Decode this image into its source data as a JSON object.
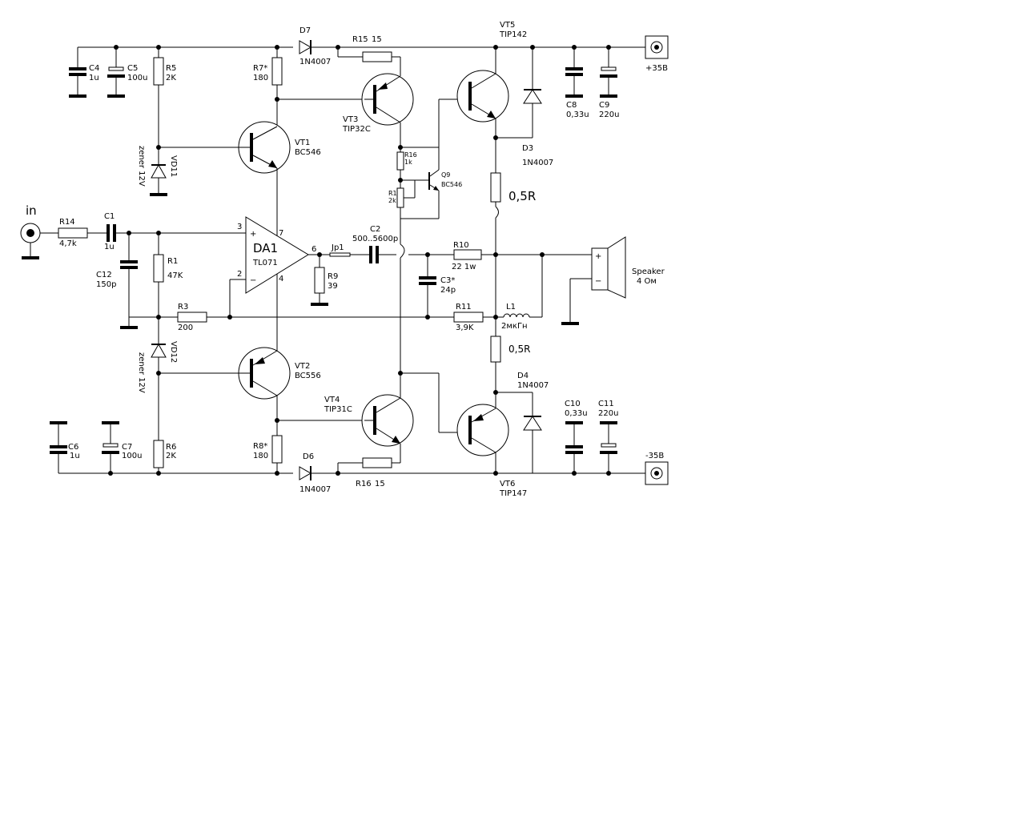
{
  "labels": {
    "in": "in",
    "R14": "R14",
    "R14v": "4,7k",
    "C1": "C1",
    "C1v": "1u",
    "C12": "C12",
    "C12v": "150p",
    "R1": "R1",
    "R1v": "47K",
    "R3": "R3",
    "R3v": "200",
    "C4": "C4",
    "C4v": "1u",
    "C5": "C5",
    "C5v": "100u",
    "R5": "R5",
    "R5v": "2K",
    "VD11": "VD11",
    "VD11v": "zener 12V",
    "VD12": "VD12",
    "VD12v": "zener 12V",
    "C6": "C6",
    "C6v": "1u",
    "C7": "C7",
    "C7v": "100u",
    "R6": "R6",
    "R6v": "2K",
    "R7": "R7*",
    "R7v": "180",
    "R8": "R8*",
    "R8v": "180",
    "VT1": "VT1",
    "VT1v": "BC546",
    "VT2": "VT2",
    "VT2v": "BC556",
    "DA1": "DA1",
    "DA1v": "TL071",
    "pin3": "3",
    "pin2": "2",
    "pin7": "7",
    "pin4": "4",
    "pin6": "6",
    "plus": "+",
    "minus": "−",
    "R9": "R9",
    "R9v": "39",
    "Jp1": "Jp1",
    "C2": "C2",
    "C2v": "500..5600p",
    "D7": "D7",
    "D7v": "1N4007",
    "D6": "D6",
    "D6v": "1N4007",
    "R15": "R15",
    "R15v": "15",
    "R16b": "R16",
    "R16bv": "15",
    "VT3": "VT3",
    "VT3v": "TIP32C",
    "VT4": "VT4",
    "VT4v": "TIP31C",
    "R16": "R16",
    "R16v": "1k",
    "Q9": "Q9",
    "Q9v": "BC546",
    "R1b": "R1",
    "R1bv": "2k",
    "VT5": "VT5",
    "VT5v": "TIP142",
    "VT6": "VT6",
    "VT6v": "TIP147",
    "C8": "C8",
    "C8v": "0,33u",
    "C9": "C9",
    "C9v": "220u",
    "C10": "C10",
    "C10v": "0,33u",
    "C11": "C11",
    "C11v": "220u",
    "D3": "D3",
    "D3v": "1N4007",
    "D4": "D4",
    "D4v": "1N4007",
    "Re1v": "0,5R",
    "Re2v": "0,5R",
    "R10": "R10",
    "R10v": "22 1w",
    "C3": "C3*",
    "C3v": "24p",
    "R11": "R11",
    "R11v": "3,9K",
    "L1": "L1",
    "L1v": "2мкГн",
    "spk": "Speaker",
    "spkv": "4 Ом",
    "vplus": "+35В",
    "vminus": "-35В"
  }
}
